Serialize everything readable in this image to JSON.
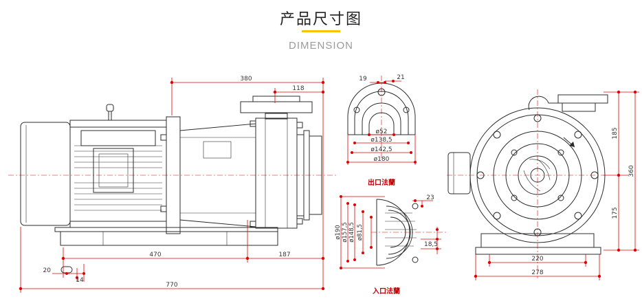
{
  "header": {
    "title": "产品尺寸图",
    "subtitle": "DIMENSION"
  },
  "side_view": {
    "dims": {
      "d380": "380",
      "d118": "118",
      "d470": "470",
      "d187": "187",
      "d20": "20",
      "d14": "14",
      "d770": "770"
    }
  },
  "outlet_flange": {
    "caption": "出口法蘭",
    "dims": {
      "d19": "19",
      "d21": "21",
      "d52": "ø52",
      "d138": "ø138,5",
      "d142": "ø142,5",
      "d180": "ø180"
    }
  },
  "inlet_flange": {
    "caption": "入口法蘭",
    "dims": {
      "d190": "ø190",
      "d157": "ø157,5",
      "d148": "ø148,5",
      "d81": "ø81,5",
      "d23": "23",
      "d185": "18,5"
    }
  },
  "front_view": {
    "dims": {
      "d185": "185",
      "d175": "175",
      "d360": "360",
      "d220": "220",
      "d278": "278"
    }
  },
  "colors": {
    "dimension": "#e00000",
    "drawing": "#2b2b2b",
    "title_bar": "#f5c400"
  }
}
